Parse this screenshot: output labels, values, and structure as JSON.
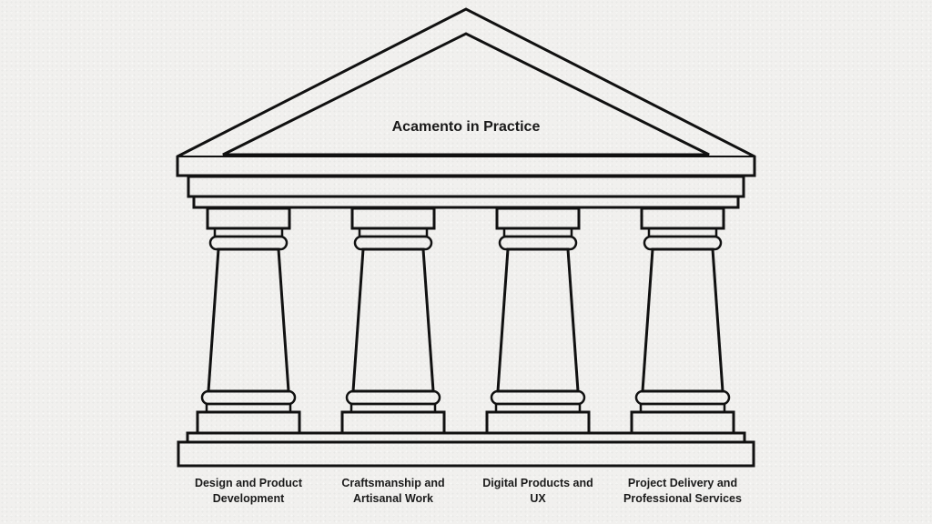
{
  "diagram": {
    "title": "Acamento in Practice",
    "pillars": [
      {
        "line1": "Design and Product",
        "line2": "Development"
      },
      {
        "line1": "Craftsmanship and",
        "line2": "Artisanal Work"
      },
      {
        "line1": "Digital Products and",
        "line2": "UX"
      },
      {
        "line1": "Project Delivery and",
        "line2": "Professional Services"
      }
    ]
  },
  "colors": {
    "background": "#f1f0ee",
    "stroke": "#111111",
    "text": "#1a1a1a"
  }
}
